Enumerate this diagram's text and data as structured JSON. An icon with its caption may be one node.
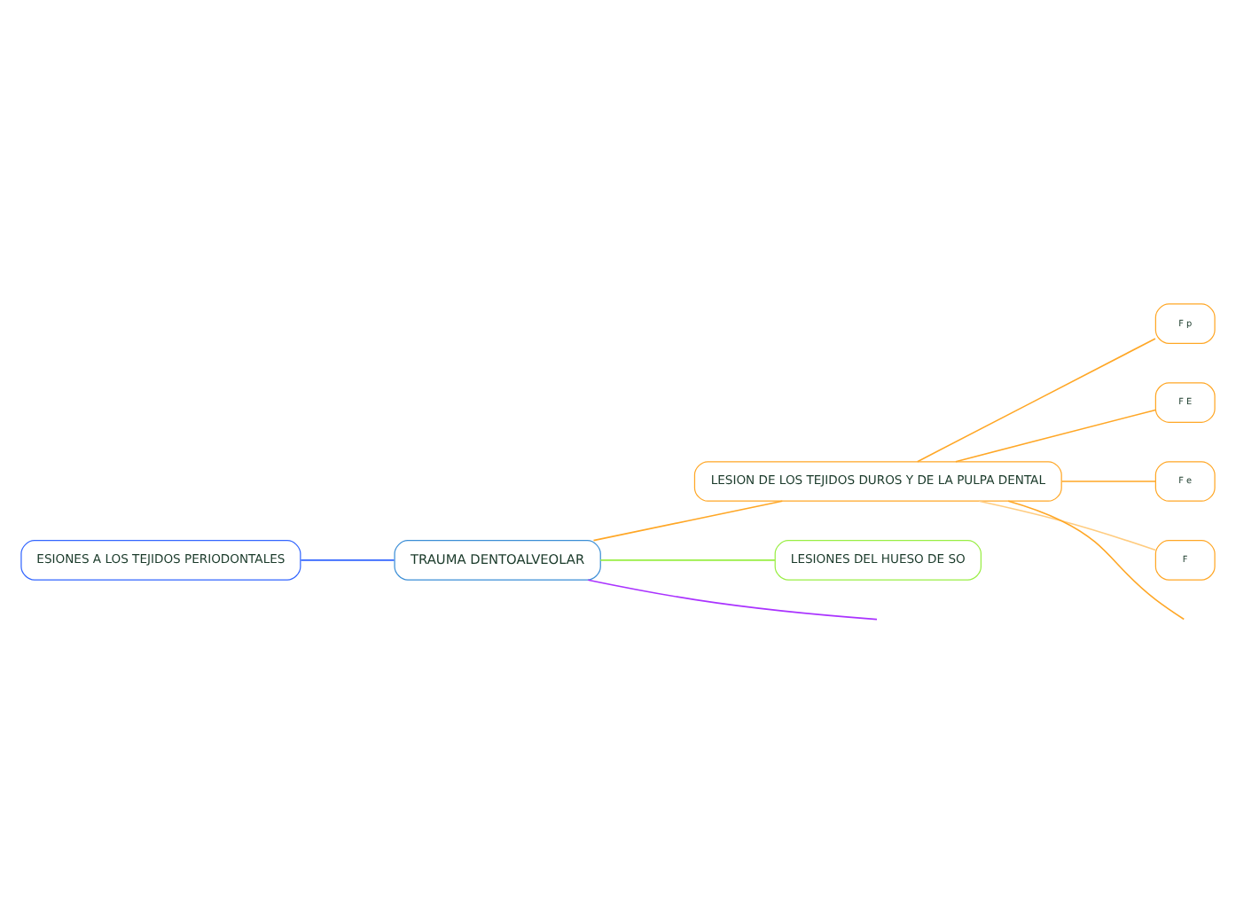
{
  "diagram": {
    "nodes": [
      {
        "text": [
          "TRAUMA DENTOALVEOLAR"
        ]
      },
      {
        "text": [
          "ESIONES A LOS TEJIDOS PERIODONTALES"
        ]
      },
      {
        "text": [
          "LESION DE LOS TEJIDOS DUROS Y DE LA PULPA DENTAL"
        ]
      },
      {
        "text": [
          "F p"
        ]
      },
      {
        "text": [
          "F E"
        ]
      },
      {
        "text": [
          "F e"
        ]
      },
      {
        "text": [
          "F"
        ]
      },
      {
        "text": [
          "LESIONES DEL HUESO DE SO"
        ]
      }
    ],
    "edges": [
      {
        "from": 0,
        "to": 1,
        "arrow": "none",
        "color": "#3366ff"
      },
      {
        "from": 0,
        "to": 2,
        "arrow": "none",
        "color": "#ffa726"
      },
      {
        "from": 0,
        "to": null,
        "arrow": "none",
        "color": "#aa33ff"
      },
      {
        "from": 0,
        "to": 7,
        "arrow": "none",
        "color": "#99ee44"
      },
      {
        "from": 2,
        "to": null,
        "arrow": "none",
        "color": "#ffa726"
      },
      {
        "from": 2,
        "to": 3,
        "arrow": "none",
        "color": "#ffa726"
      },
      {
        "from": 2,
        "to": 4,
        "arrow": "none",
        "color": "#ffa726"
      },
      {
        "from": 2,
        "to": 5,
        "arrow": "none",
        "color": "#ffa726"
      },
      {
        "from": 2,
        "to": 6,
        "arrow": "none",
        "color": "#ffcc80"
      }
    ]
  }
}
